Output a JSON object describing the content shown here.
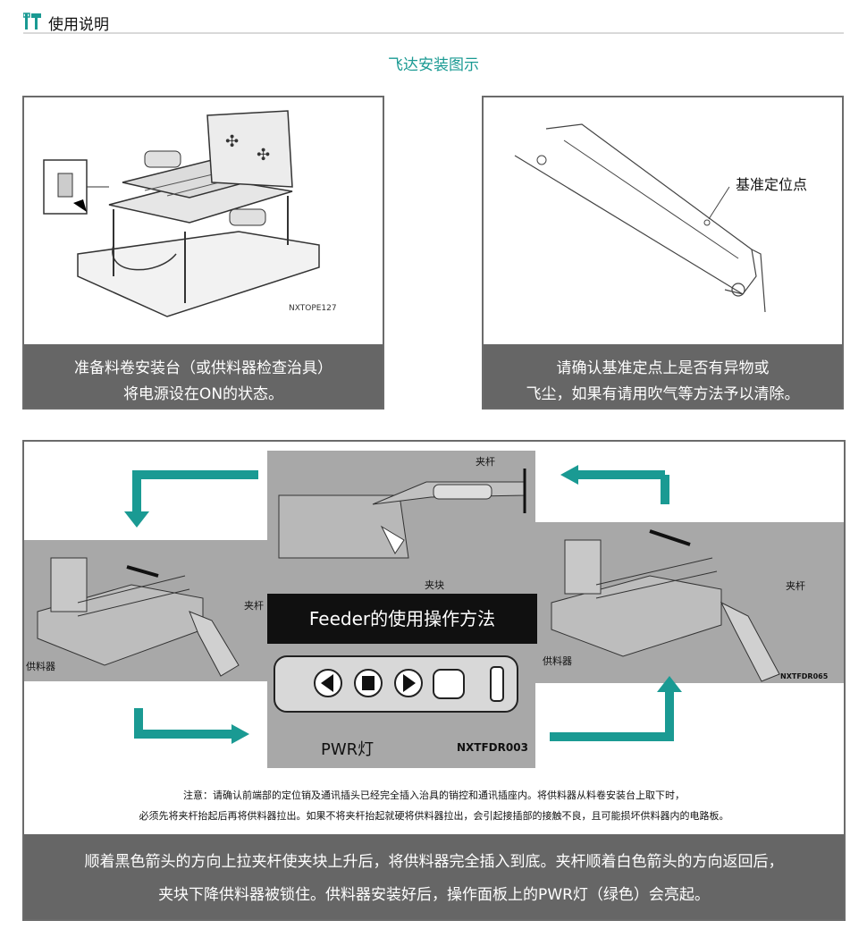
{
  "header": {
    "title": "使用说明",
    "icon": "tools-icon"
  },
  "section": {
    "title": "飞达安装图示"
  },
  "panels": [
    {
      "caption_line1": "准备料卷安装台（或供料器检查治具）",
      "caption_line2": "将电源设在ON的状态。",
      "image_code": "NXTOPE127"
    },
    {
      "caption_line1": "请确认基准定点上是否有异物或",
      "caption_line2": "飞尘，如果有请用吹气等方法予以清除。",
      "image_label": "基准定位点"
    }
  ],
  "big_panel": {
    "feeder_title": "Feeder的使用操作方法",
    "labels": {
      "clamp_lever": "夹杆",
      "clamp_block": "夹块",
      "feeder": "供料器",
      "pwr": "PWR灯",
      "code_center": "NXTFDR003",
      "code_right": "NXTFDR065"
    },
    "note_line1": "注意：请确认前端部的定位销及通讯插头已经完全插入治具的销控和通讯插座内。将供料器从料卷安装台上取下时，",
    "note_line2": "必须先将夹杆抬起后再将供料器拉出。如果不将夹杆抬起就硬将供料器拉出，会引起接插部的接触不良，且可能损坏供料器内的电路板。",
    "caption_line1": "顺着黑色箭头的方向上拉夹杆使夹块上升后，将供料器完全插入到底。夹杆顺着白色箭头的方向返回后，",
    "caption_line2": "夹块下降供料器被锁住。供料器安装好后，操作面板上的PWR灯（绿色）会亮起。"
  },
  "colors": {
    "accent": "#1a9a93",
    "band": "#666666",
    "border": "#6b6b6b",
    "photo_bg": "#a8a8a8"
  }
}
